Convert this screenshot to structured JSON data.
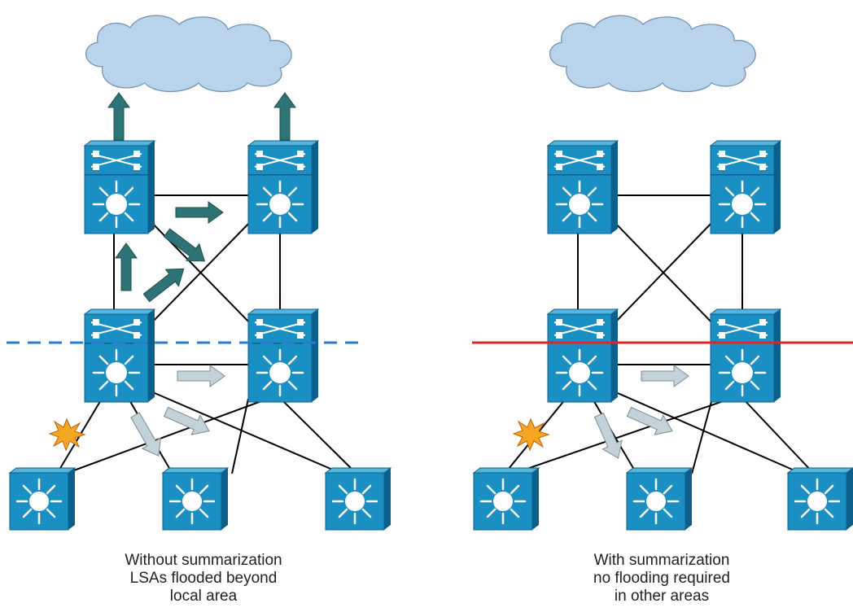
{
  "colors": {
    "cloud_fill": "#b9d3ea",
    "cloud_stroke": "#6f8fb0",
    "switch_face": "#1a8fc4",
    "switch_top": "#57b5dc",
    "switch_side": "#0c5f8b",
    "link": "#000000",
    "flood_arrow_dark": "#2e7476",
    "flood_arrow_light": "#c3d2d9",
    "area_boundary_dashed": "#2a7bd4",
    "area_boundary_solid": "#e22424",
    "failure_burst": "#f5a623"
  },
  "icons": [
    "cloud-icon",
    "multilayer-switch-icon",
    "layer3-switch-icon",
    "link-failure-icon",
    "lsa-flood-arrow-icon"
  ],
  "panels": [
    {
      "id": "left",
      "boundary_style": "dashed",
      "caption": [
        "Without summarization",
        "LSAs flooded beyond",
        "local area"
      ]
    },
    {
      "id": "right",
      "boundary_style": "solid",
      "caption": [
        "With summarization",
        "no flooding required",
        "in other areas"
      ]
    }
  ]
}
